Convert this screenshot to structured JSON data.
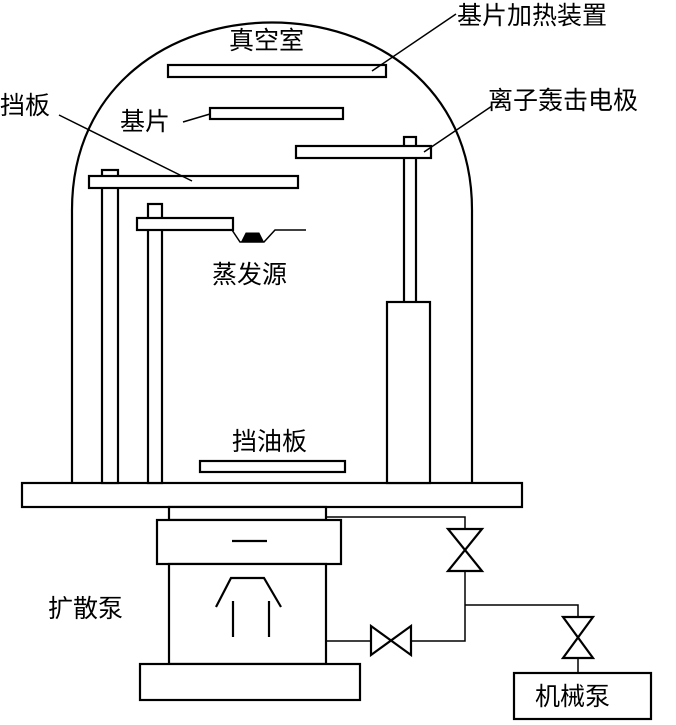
{
  "labels": {
    "vacuum_chamber": "真空室",
    "substrate_heater": "基片加热装置",
    "baffle": "挡板",
    "substrate": "基片",
    "ion_bombard_electrode": "离子轰击电极",
    "evaporation_source": "蒸发源",
    "oil_baffle": "挡油板",
    "diffusion_pump": "扩散泵",
    "mechanical_pump": "机械泵"
  },
  "colors": {
    "stroke": "#000000",
    "background": "#ffffff"
  }
}
